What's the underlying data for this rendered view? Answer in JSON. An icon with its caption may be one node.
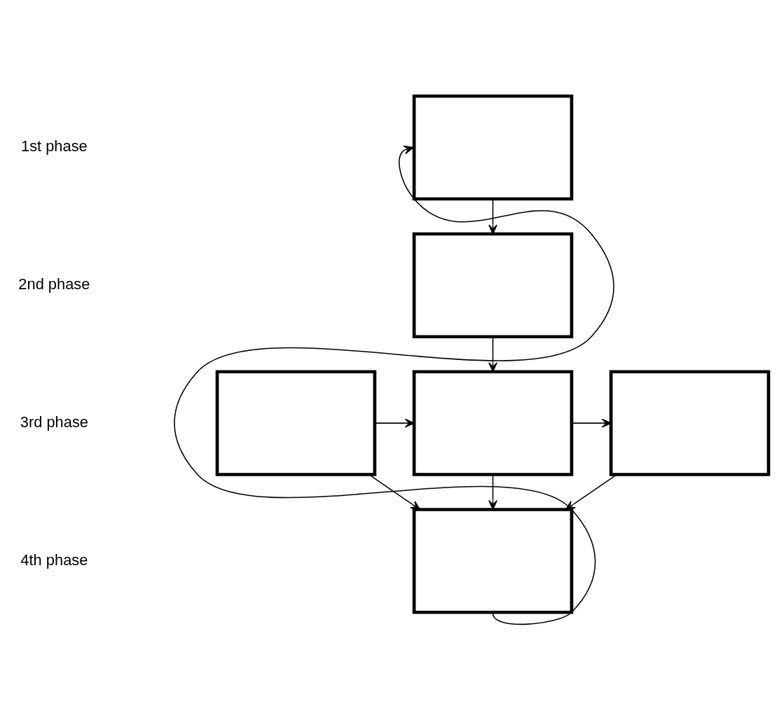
{
  "diagram": {
    "nodes": [
      {
        "text": [],
        "shape": "box"
      },
      {
        "text": [],
        "shape": "box"
      },
      {
        "text": [],
        "shape": "box"
      },
      {
        "text": [],
        "shape": "box"
      },
      {
        "text": [],
        "shape": "box"
      },
      {
        "text": [],
        "shape": "box"
      }
    ],
    "edges": [
      {
        "from": 0,
        "to": 1,
        "arrow": "to"
      },
      {
        "from": 1,
        "to": 3,
        "arrow": "to"
      },
      {
        "from": 2,
        "to": 3,
        "arrow": "to"
      },
      {
        "from": 3,
        "to": 4,
        "arrow": "to"
      },
      {
        "from": 2,
        "to": 5,
        "arrow": "to"
      },
      {
        "from": 3,
        "to": 5,
        "arrow": "to"
      },
      {
        "from": 4,
        "to": 5,
        "arrow": "to"
      },
      {
        "from": 5,
        "to": 0,
        "arrow": "to"
      }
    ],
    "labels": [
      "1st phase",
      "2nd phase",
      "3rd phase",
      "4th phase"
    ]
  }
}
